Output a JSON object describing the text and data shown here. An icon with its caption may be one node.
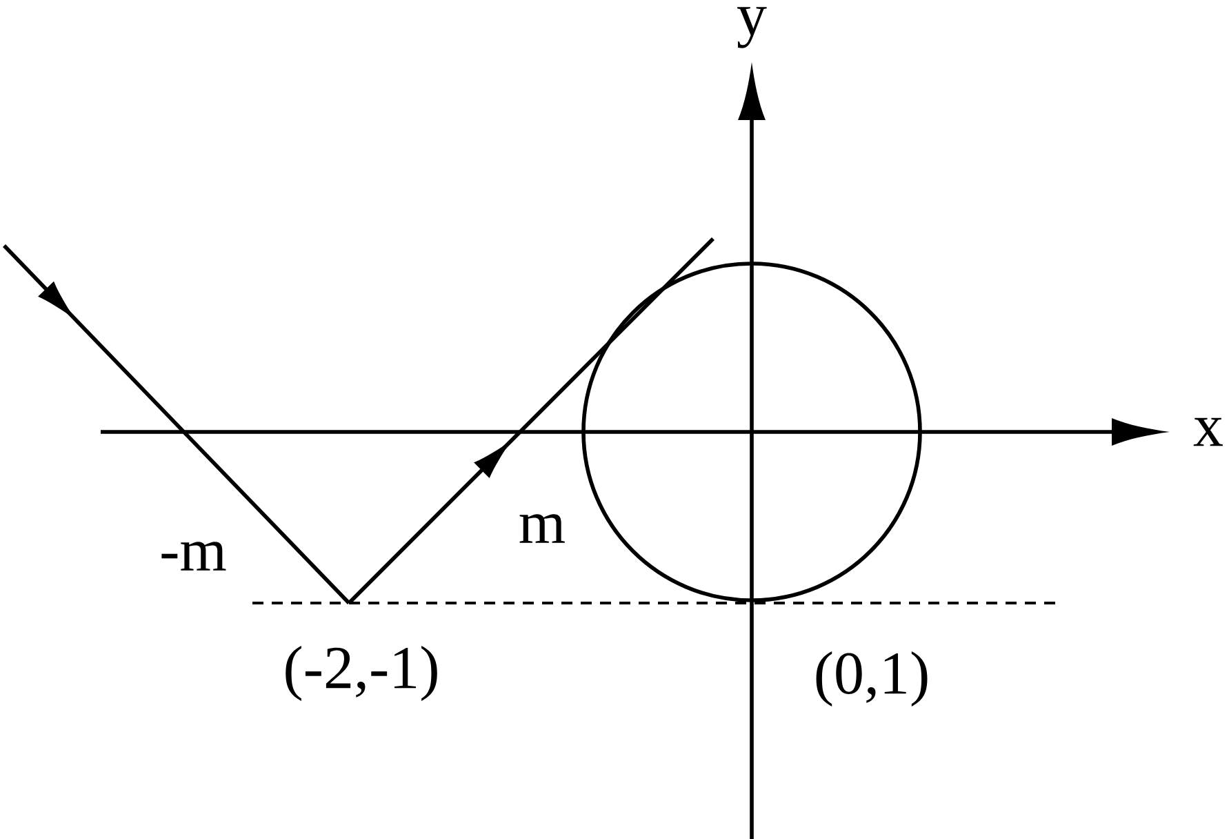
{
  "diagram": {
    "labels": [
      "y",
      "x",
      "-m",
      "m",
      "(-2,-1)",
      "(0,1)"
    ]
  }
}
